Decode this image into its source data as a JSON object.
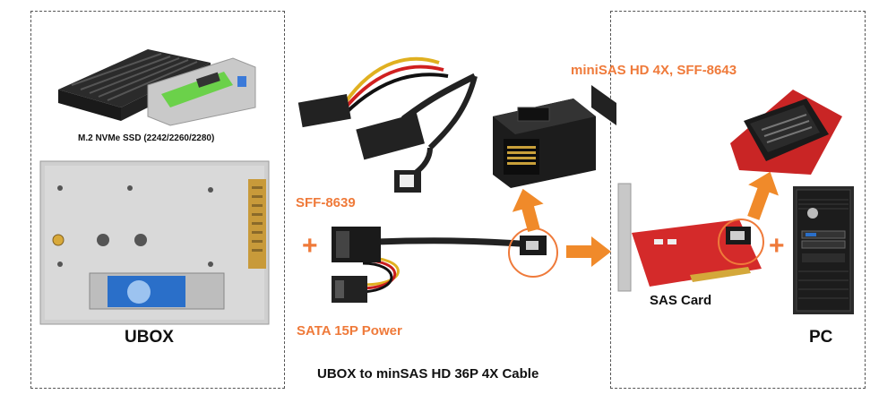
{
  "labels": {
    "ssd_caption": "M.2 NVMe SSD (2242/2260/2280)",
    "ubox": "UBOX",
    "sff8639": "SFF-8639",
    "sata_power": "SATA 15P Power",
    "minisas_title": "miniSAS HD 4X, SFF-8643",
    "sas_card": "SAS Card",
    "pc": "PC",
    "cable_caption": "UBOX to minSAS HD 36P 4X Cable"
  },
  "symbols": {
    "plus": "+"
  },
  "colors": {
    "accent": "#ef7a3a",
    "pcb_red": "#d42a2a",
    "dashed_border": "#555555"
  },
  "icons": {
    "m2_enclosure": "ssd-enclosure-icon",
    "ubox_drive": "drive-tray-icon",
    "cable_bundle": "cable-bundle-icon",
    "connector_closeup": "minisas-connector-icon",
    "sff_cable": "sff-8639-cable-icon",
    "sas_card": "sas-card-icon",
    "card_connector": "card-port-closeup-icon",
    "pc_tower": "pc-tower-icon",
    "arrow": "arrow-icon"
  }
}
